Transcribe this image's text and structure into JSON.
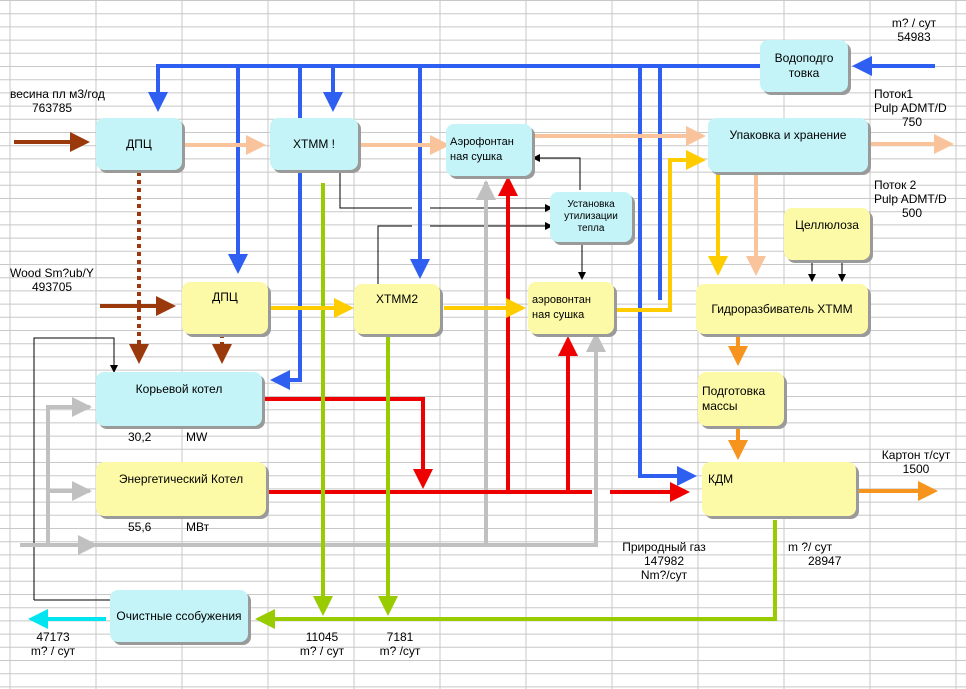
{
  "colors": {
    "grid": "#c8c8c8",
    "water_blue": "#2f5ff0",
    "wood_brown": "#9a3a0c",
    "pulp_peach": "#f9c39c",
    "steam_yellow": "#ffcc00",
    "effluent_green": "#99cc00",
    "heat_red": "#ee0000",
    "gas_gray": "#c0c0c0",
    "product_orange": "#f7941d",
    "out_cyan": "#00e5f0",
    "node_cyan": "#c4f4f8",
    "node_yellow": "#fcfaa6"
  },
  "nodes": {
    "water_prep": "Водоподго товка",
    "dpc_top": "ДПЦ",
    "ctmp1": "ХТММ !",
    "aero_dryer1": "Аэрофонтан ная сушка",
    "packing": "Упаковка и хранение",
    "heat_recovery": "Установка утилизации тепла",
    "cellulose": "Целлюлоза",
    "dpc_bottom": "ДПЦ",
    "ctmp2": "ХТММ2",
    "aero_dryer2": "аэровонтан ная сушка",
    "hydropulper": "Гидроразбиватель ХТММ",
    "stock_prep": "Подготовка массы",
    "bark_boiler": "Корьевой котел",
    "power_boiler": "Энергетический Котел",
    "kdm": "КДМ",
    "treatment": "Очистные ссобужения"
  },
  "labels": {
    "water_unit": "m? / сут",
    "water_value": "54983",
    "wood1_label": "весина пл м3/год",
    "wood1_value": "763785",
    "flow1_name": "Поток1",
    "flow1_unit": "Pulp ADMT/D",
    "flow1_value": "750",
    "flow2_name": "Поток 2",
    "flow2_unit": "Pulp ADMT/D",
    "flow2_value": "500",
    "wood2_label": "Wood Sm?ub/Y",
    "wood2_value": "493705",
    "bark_value": "30,2",
    "bark_unit": "MW",
    "power_value": "55,6",
    "power_unit": "МВт",
    "carton_label": "Картон т/сут",
    "carton_value": "1500",
    "gas_label": "Природный газ",
    "gas_value": "147982",
    "gas_unit": "Nm?/сут",
    "kdm_eff_unit": "m ?/ сут",
    "kdm_eff_value": "28947",
    "out_value": "47173",
    "out_unit": "m? / сут",
    "eff1_value": "11045",
    "eff1_unit": "m? / сут",
    "eff2_value": "7181",
    "eff2_unit": "m? /сут"
  }
}
